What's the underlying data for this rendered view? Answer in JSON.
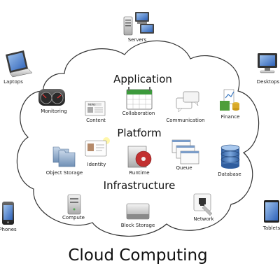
{
  "title": "Cloud Computing",
  "sections": {
    "application": "Application",
    "platform": "Platform",
    "infrastructure": "Infrastructure"
  },
  "outside": {
    "servers": "Servers",
    "laptops": "Laptops",
    "desktops": "Desktops",
    "phones": "Phones",
    "tablets": "Tablets"
  },
  "application_items": {
    "monitoring": "Monitoring",
    "content": "Content",
    "collaboration": "Collaboration",
    "communication": "Communication",
    "finance": "Finance"
  },
  "platform_items": {
    "object_storage": "Object Storage",
    "identity": "Identity",
    "runtime": "Runtime",
    "queue": "Queue",
    "database": "Database"
  },
  "infrastructure_items": {
    "compute": "Compute",
    "block_storage": "Block Storage",
    "network": "Network"
  },
  "icon_text": {
    "news": "NEWS"
  },
  "colors": {
    "cloud_outline": "#333333",
    "text": "#111111"
  }
}
